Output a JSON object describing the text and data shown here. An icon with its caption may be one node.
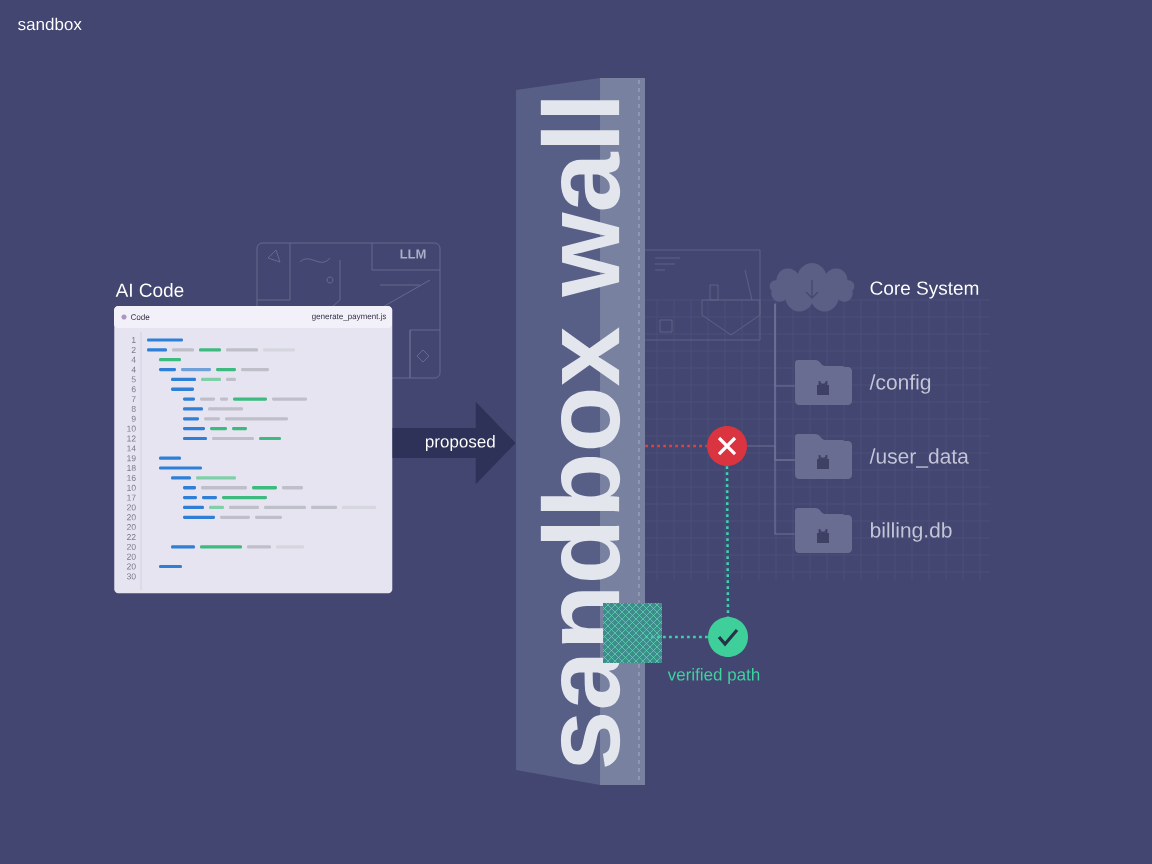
{
  "diagram": {
    "nodes": [
      {
        "text": [
          "AI Code",
          "Code",
          "generate_payment.js"
        ]
      },
      {
        "text": [
          "sandbox wall"
        ]
      },
      {
        "text": [],
        "shape": "circle"
      },
      {
        "text": [],
        "shape": "circle",
        "beside": [
          "verified path"
        ]
      },
      {
        "text": [
          "Core System"
        ]
      },
      {
        "text": [
          "/config"
        ]
      },
      {
        "text": [
          "/user_data"
        ]
      },
      {
        "text": [
          "billing.db"
        ]
      }
    ],
    "edges": [
      {
        "from": 0,
        "to": 1,
        "arrow": "to",
        "label": "proposed",
        "style": "thick",
        "color": "#2f3258"
      },
      {
        "from": 1,
        "to": 2,
        "arrow": "none",
        "style": "dashed",
        "color": "#e0443f"
      },
      {
        "from": 2,
        "to": 3,
        "arrow": "none",
        "style": "dashed",
        "color": "#3fd3b0"
      },
      {
        "from": 3,
        "to": 1,
        "arrow": "none",
        "style": "dashed",
        "color": "#3fd3b0"
      },
      {
        "from": 2,
        "to": 6,
        "arrow": "none"
      },
      {
        "from": 4,
        "to": 5,
        "arrow": "none"
      },
      {
        "from": 4,
        "to": 6,
        "arrow": "none"
      },
      {
        "from": 4,
        "to": 7,
        "arrow": "none"
      }
    ],
    "labels": [
      "sandbox",
      "LLM",
      "1",
      "2",
      "4",
      "4",
      "5",
      "6",
      "7",
      "8",
      "9",
      "10",
      "12",
      "14",
      "19",
      "18",
      "16",
      "10",
      "17",
      "20",
      "20",
      "20",
      "22",
      "20",
      "20",
      "20",
      "30"
    ]
  }
}
